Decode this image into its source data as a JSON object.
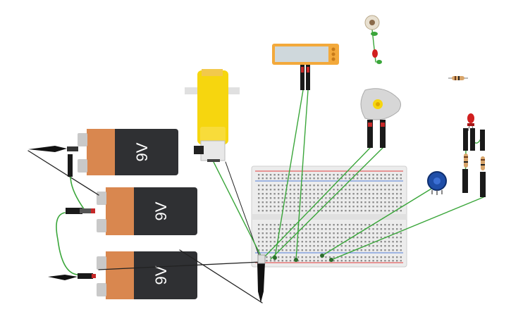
{
  "batteries": [
    {
      "label": "9V"
    },
    {
      "label": "9V"
    },
    {
      "label": "9V"
    }
  ],
  "colors": {
    "battery_body": "#2f3033",
    "battery_label": "#d9874f",
    "battery_cap": "#c9c9c9",
    "wire_green": "#3aa63a",
    "wire_black": "#222222",
    "motor_yellow": "#f6d60f",
    "lcd_frame": "#f3a93b",
    "lcd_screen": "#cfd8dc",
    "pot_blue": "#1f4ea8",
    "led_red": "#d11f1f",
    "breadboard": "#eeeeee",
    "rail_red": "#e23b3b",
    "rail_blue": "#4f7bd9"
  },
  "components": {
    "gear_motor": "yellow-gear-motor",
    "dc_motor": "dc-motor",
    "lcd": "lcd-display",
    "potentiometer": "potentiometer",
    "leds": [
      "red-led",
      "red-led"
    ],
    "resistors": [
      "resistor",
      "resistor",
      "resistor"
    ],
    "photoresistor": "photoresistor",
    "breadboard": "breadboard",
    "clips": [
      "alligator-clip",
      "alligator-clip",
      "alligator-clip"
    ]
  }
}
